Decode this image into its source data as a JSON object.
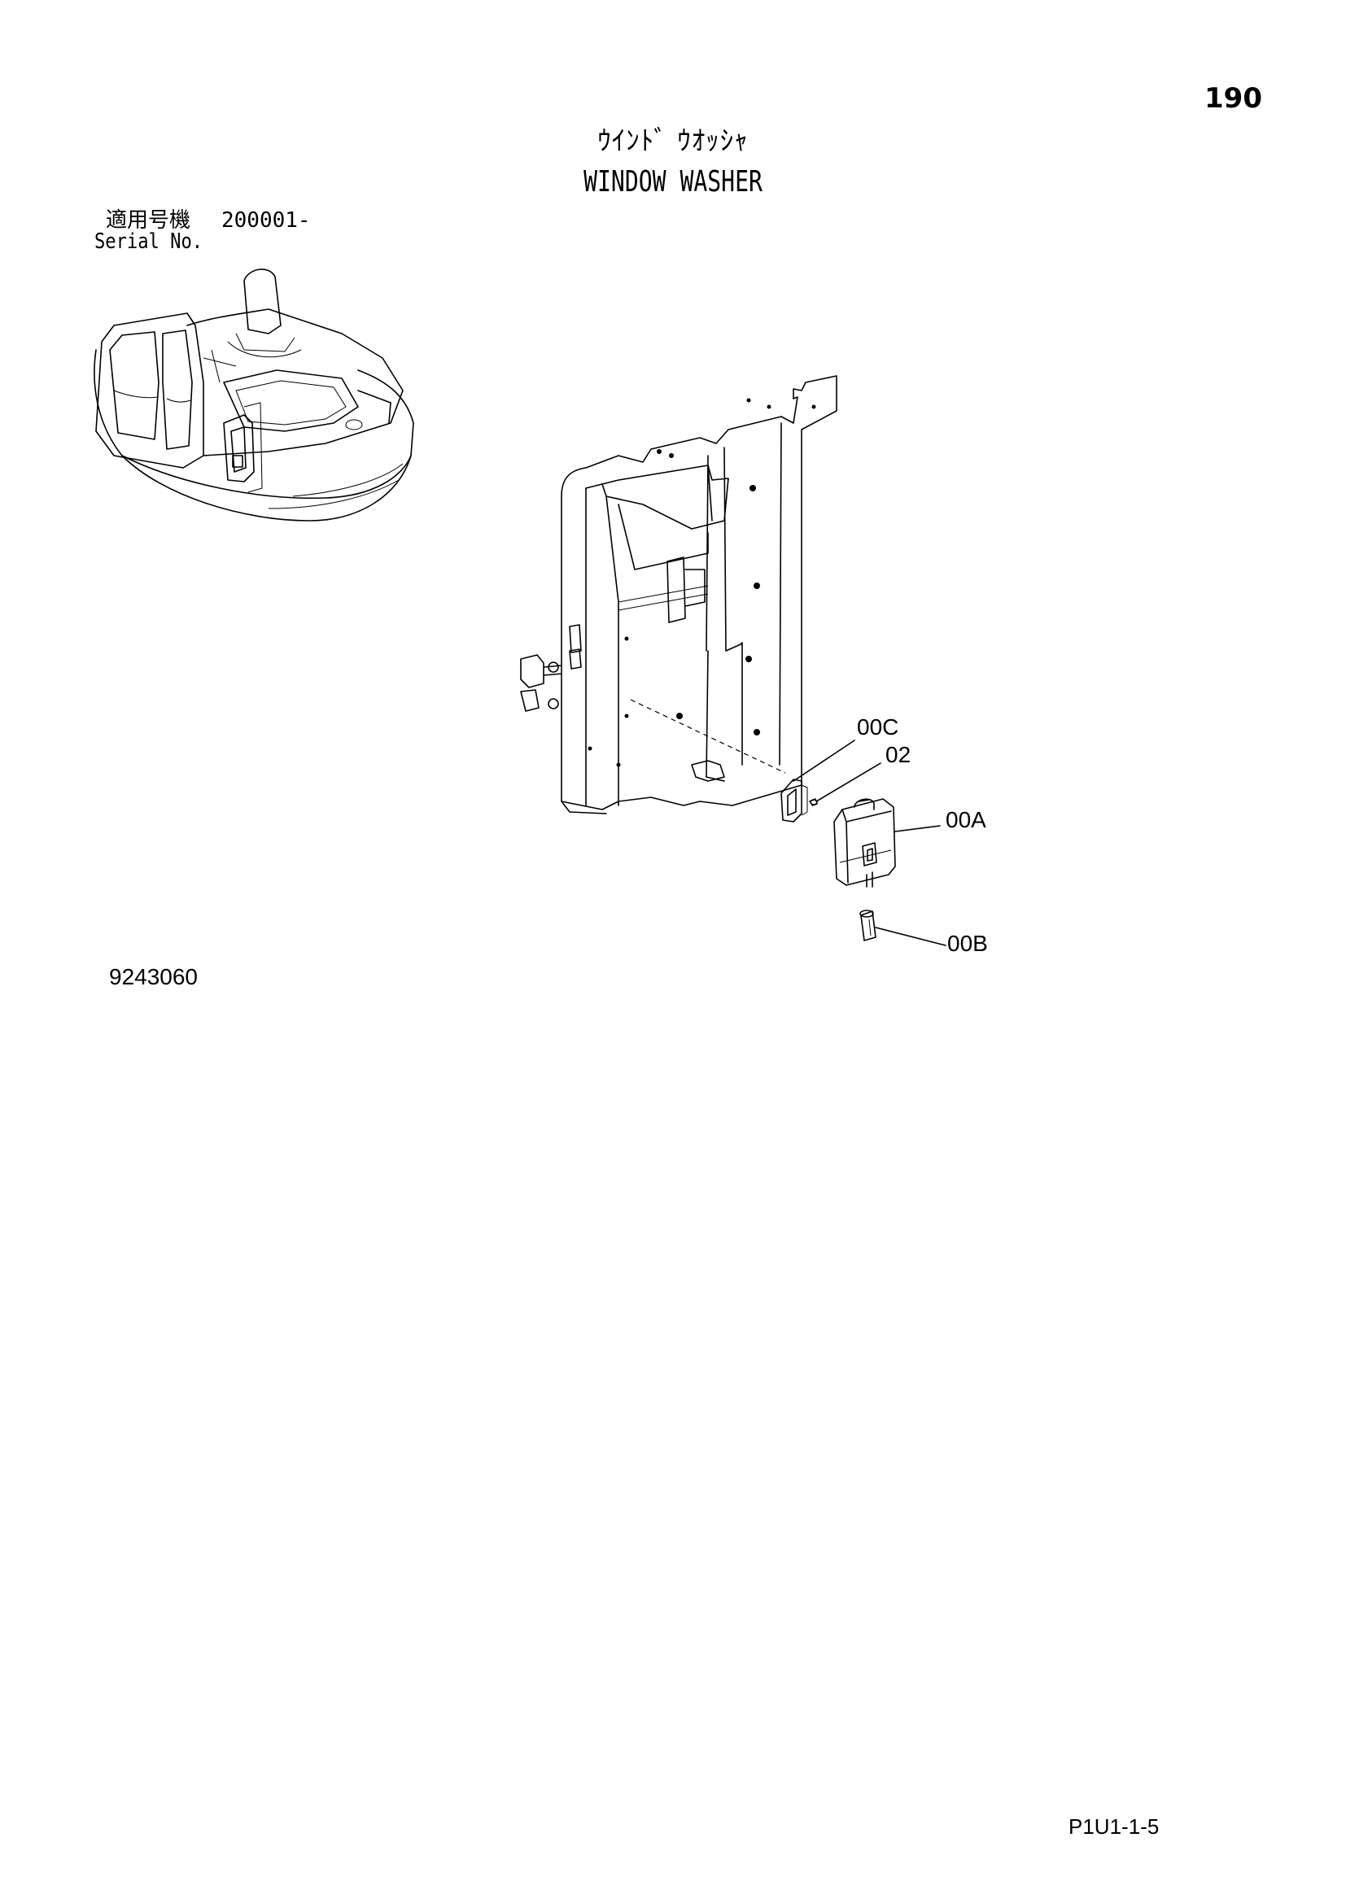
{
  "page": {
    "number": "190",
    "title_jp": "ｳｲﾝﾄﾞ ｳｵｯｼｬ",
    "title_en": "WINDOW WASHER",
    "serial_label_jp": "適用号機",
    "serial_value": "200001-",
    "serial_label_en": "Serial No.",
    "figure_number": "9243060",
    "document_code": "P1U1-1-5"
  },
  "callouts": [
    {
      "id": "00C",
      "label": "00C"
    },
    {
      "id": "02",
      "label": "02"
    },
    {
      "id": "00A",
      "label": "00A"
    },
    {
      "id": "00B",
      "label": "00B"
    }
  ]
}
